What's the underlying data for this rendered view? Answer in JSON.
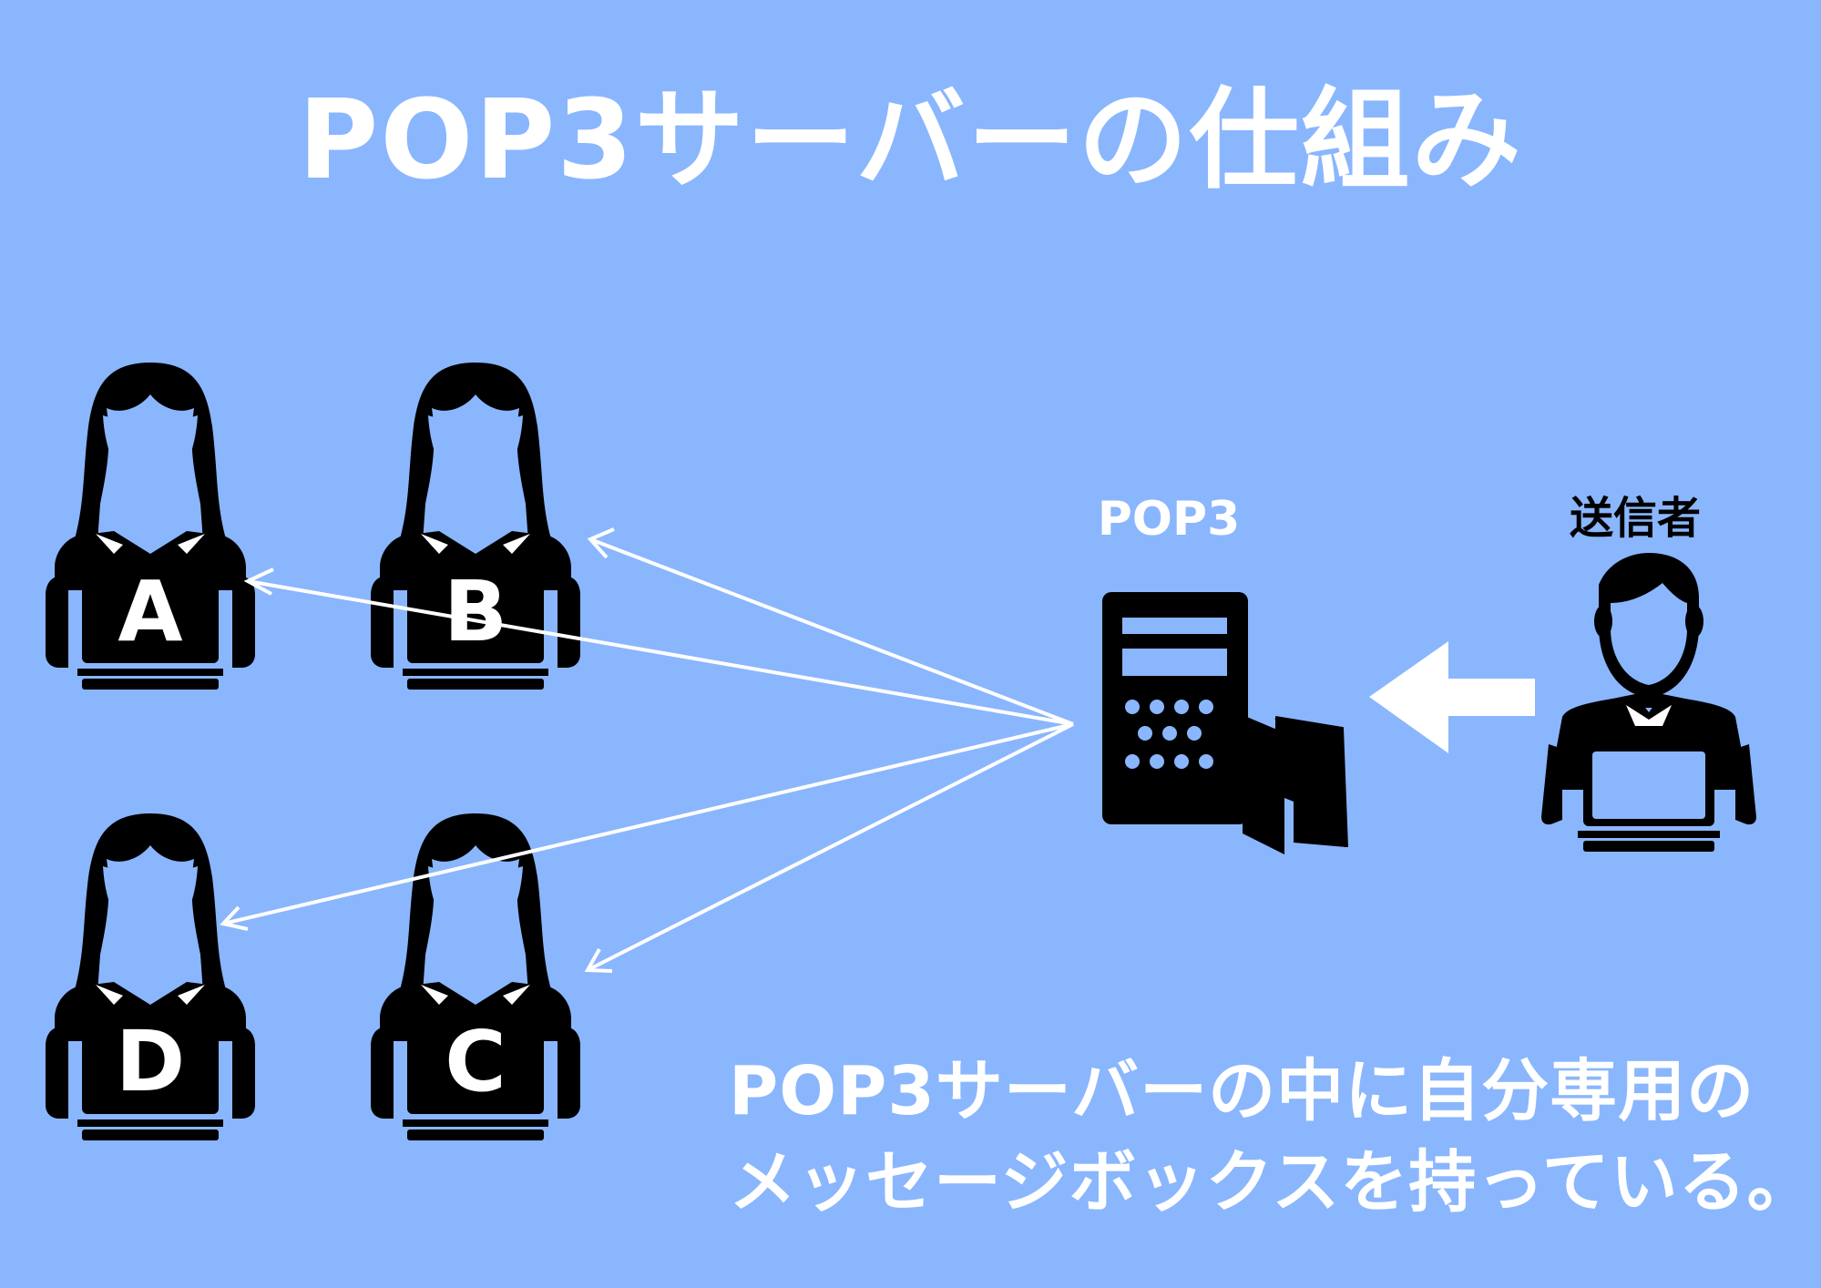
{
  "title": "POP3サーバーの仕組み",
  "server_label": "POP3",
  "sender_label": "送信者",
  "recipients": [
    {
      "id": "a",
      "letter": "A"
    },
    {
      "id": "b",
      "letter": "B"
    },
    {
      "id": "c",
      "letter": "C"
    },
    {
      "id": "d",
      "letter": "D"
    }
  ],
  "caption": {
    "line1": "POP3サーバーの中に自分専用の",
    "line2": "メッセージボックスを持っている。"
  },
  "colors": {
    "background": "#8ab6fd",
    "foreground": "#000000",
    "accent": "#ffffff"
  },
  "icons": [
    "person-icon",
    "laptop-icon",
    "server-icon",
    "mailbox-icon",
    "arrow-icon"
  ]
}
